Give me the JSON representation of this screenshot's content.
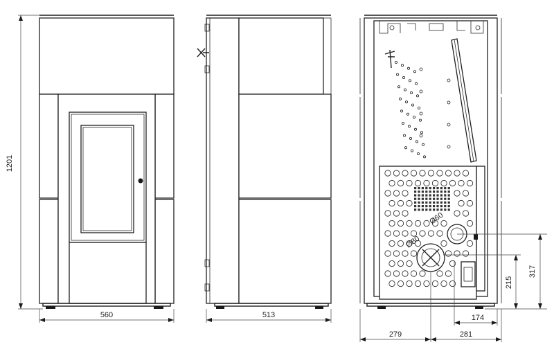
{
  "front_view": {
    "height_label": "1201",
    "width_label": "560"
  },
  "side_view": {
    "depth_label": "513"
  },
  "rear_view": {
    "outlet_label_upper": "Ø60",
    "outlet_label_lower": "Ø80",
    "outlet_upper_height_label": "317",
    "outlet_lower_height_label": "215",
    "inlet_offset_label": "174",
    "left_offset_label": "279",
    "right_offset_label": "281"
  }
}
